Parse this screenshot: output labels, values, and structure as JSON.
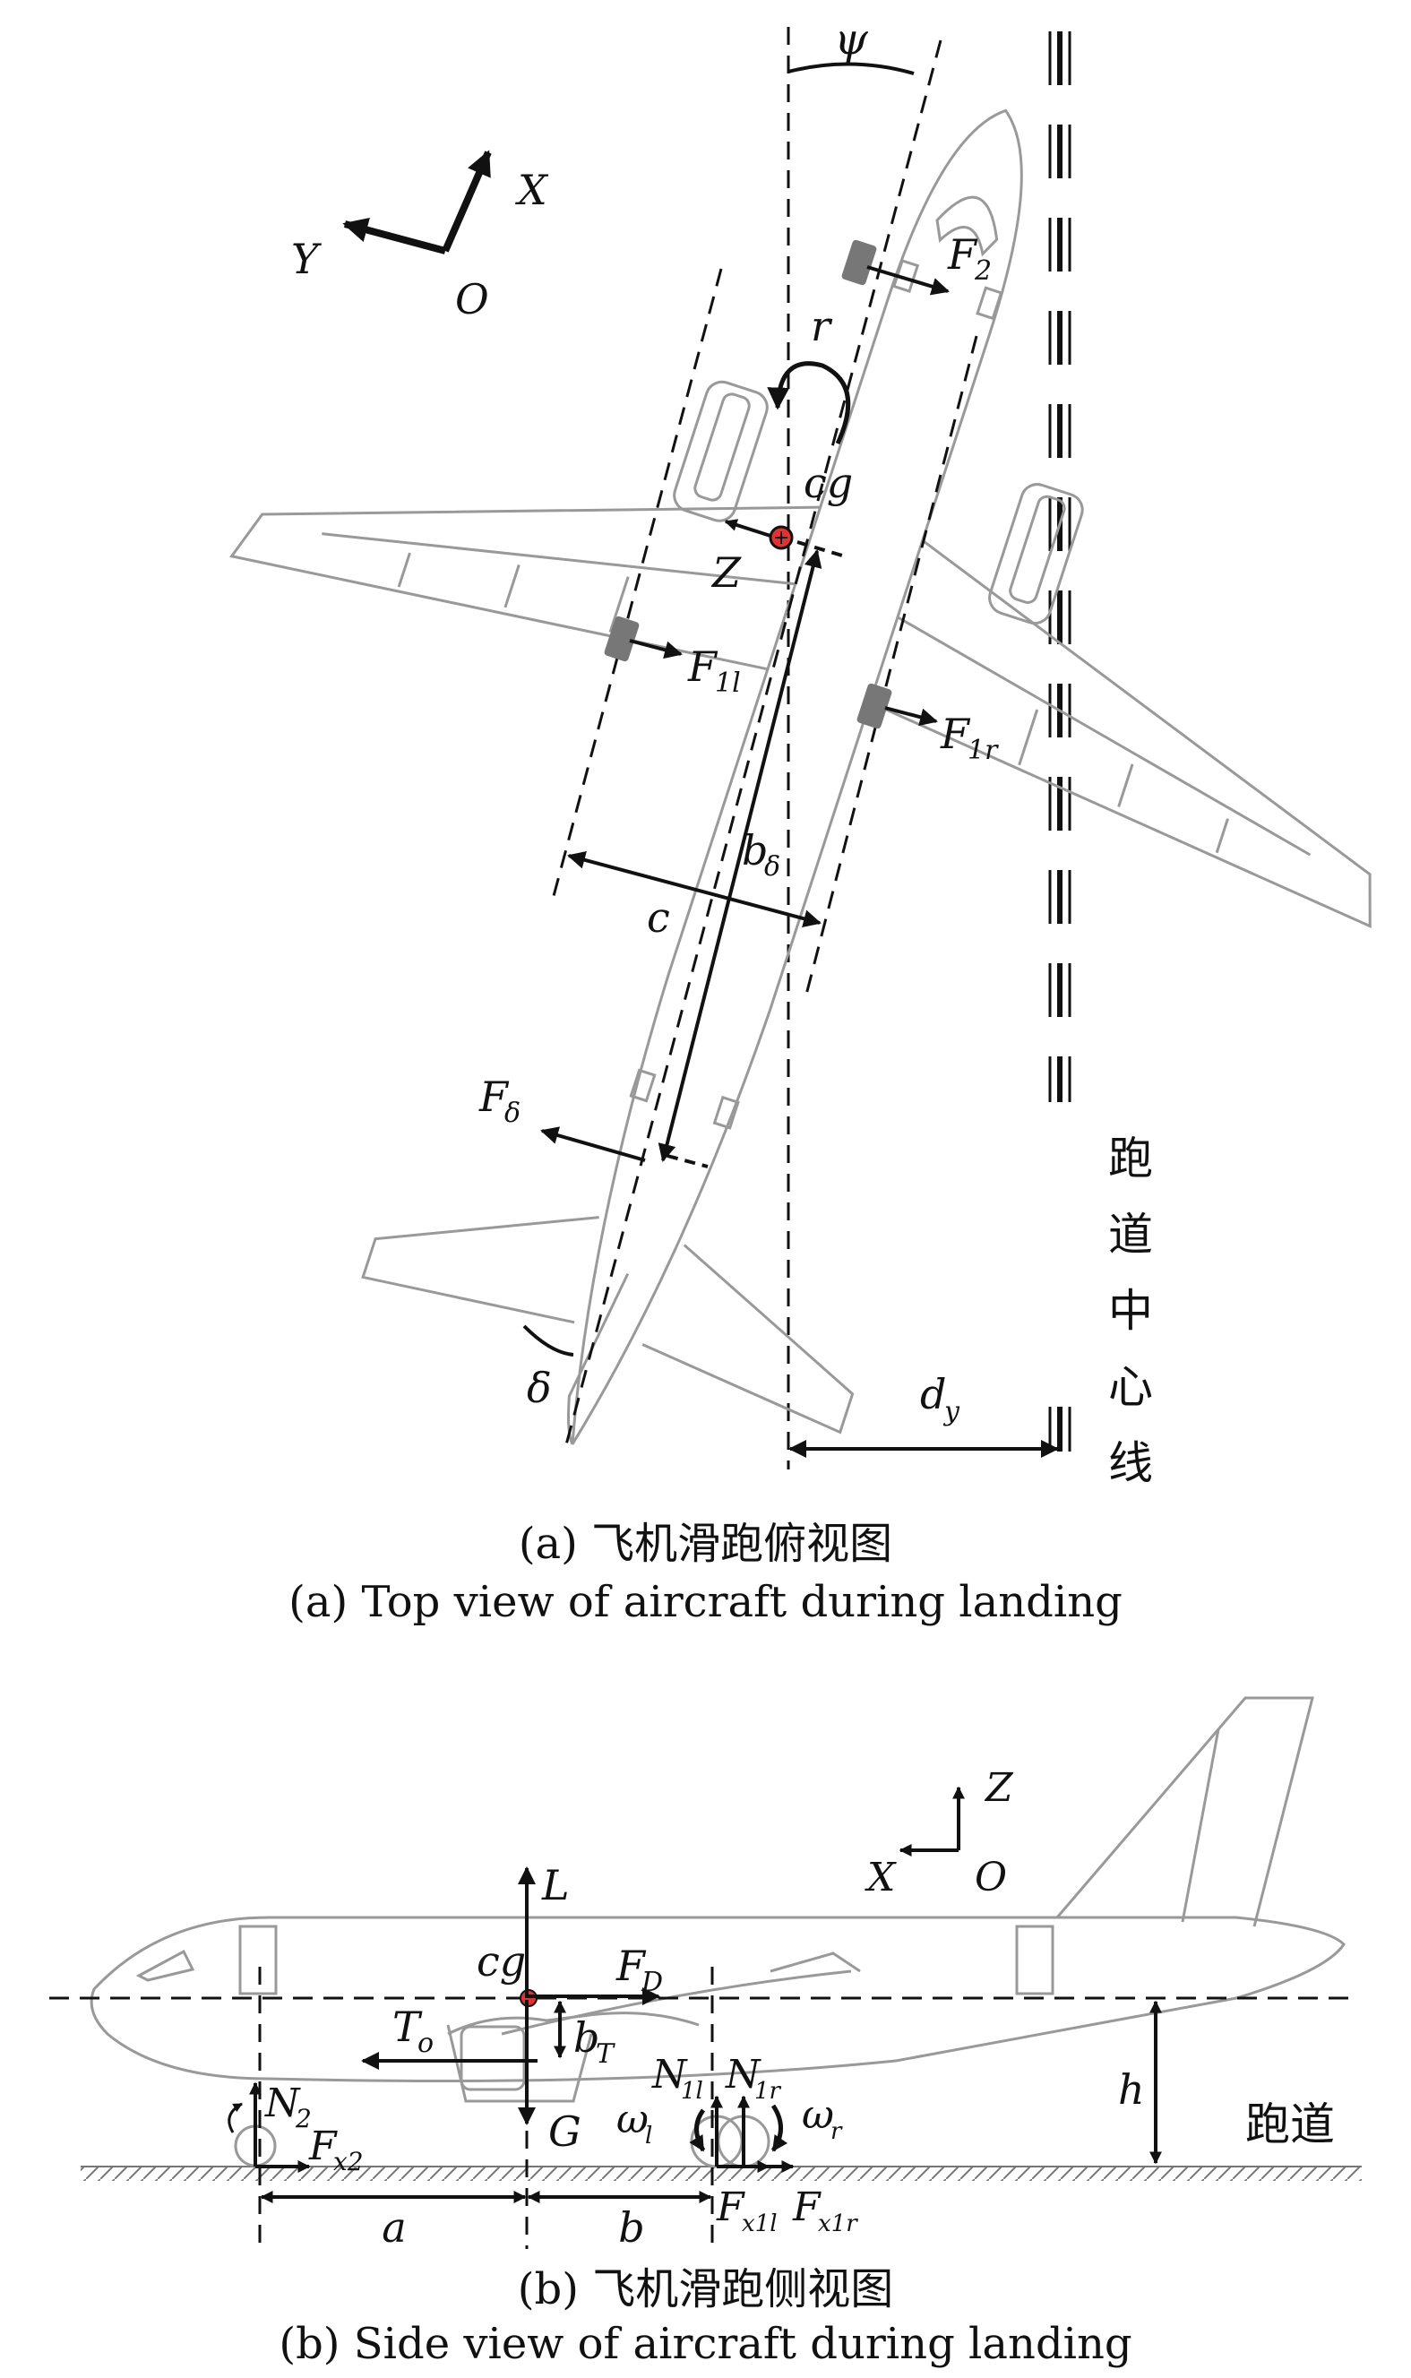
{
  "top_view": {
    "caption_cn": "(a) 飞机滑跑俯视图",
    "caption_en": "(a) Top view of aircraft during landing",
    "runway_label": "跑道中心线",
    "axes": {
      "x": "X",
      "y": "Y",
      "o": "O"
    },
    "labels": {
      "psi": "ψ",
      "r": "r",
      "cg": "cg",
      "z": "Z",
      "f2_main": "F",
      "f2_sub": "2",
      "f1l_main": "F",
      "f1l_sub": "1l",
      "f1r_main": "F",
      "f1r_sub": "1r",
      "bdelta_main": "b",
      "bdelta_sub": "δ",
      "c": "c",
      "fdelta_main": "F",
      "fdelta_sub": "δ",
      "delta": "δ",
      "dy_main": "d",
      "dy_sub": "y"
    }
  },
  "side_view": {
    "caption_cn": "(b) 飞机滑跑侧视图",
    "caption_en": "(b) Side view of aircraft during landing",
    "runway_label": "跑道",
    "axes": {
      "z": "Z",
      "x": "X",
      "o": "O"
    },
    "labels": {
      "L": "L",
      "cg": "cg",
      "fd_main": "F",
      "fd_sub": "D",
      "to_main": "T",
      "to_sub": "o",
      "bt_main": "b",
      "bt_sub": "T",
      "G": "G",
      "n2_main": "N",
      "n2_sub": "2",
      "fx2_main": "F",
      "fx2_sub": "x2",
      "n1l_main": "N",
      "n1l_sub": "1l",
      "n1r_main": "N",
      "n1r_sub": "1r",
      "wl_main": "ω",
      "wl_sub": "l",
      "wr_main": "ω",
      "wr_sub": "r",
      "h": "h",
      "a": "a",
      "b": "b",
      "fx1l_main": "F",
      "fx1l_sub": "x1l",
      "fx1r_main": "F",
      "fx1r_sub": "x1r"
    }
  }
}
